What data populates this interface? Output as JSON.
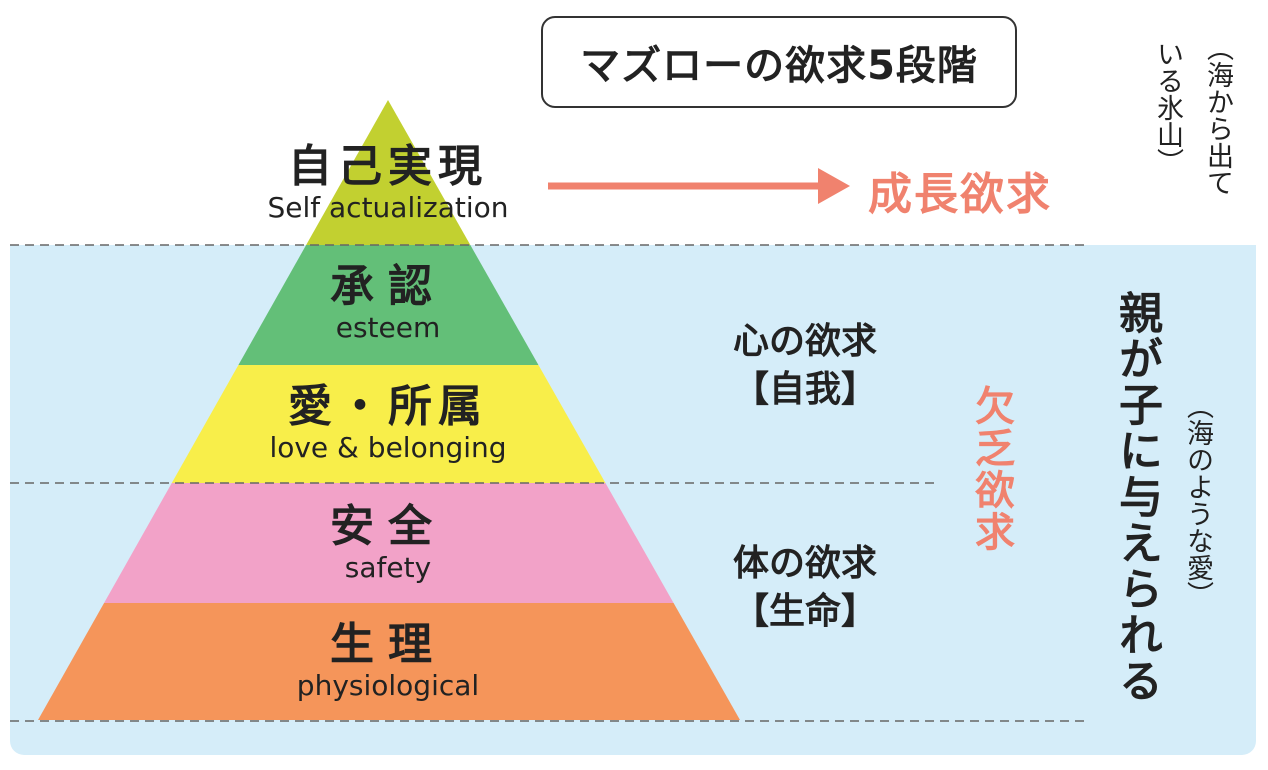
{
  "title": "マズローの欲求5段階",
  "levels": [
    {
      "jp": "自己実現",
      "en": "Self actualization",
      "color": "#c2d030"
    },
    {
      "jp": "承認",
      "en": "esteem",
      "color": "#63bf78"
    },
    {
      "jp": "愛・所属",
      "en": "love & belonging",
      "color": "#f8ee4a"
    },
    {
      "jp": "安全",
      "en": "safety",
      "color": "#f2a2c8"
    },
    {
      "jp": "生理",
      "en": "physiological",
      "color": "#f5955a"
    }
  ],
  "growth_label": "成長欲求",
  "deficiency_label": "欠乏欲求",
  "mind_needs": {
    "line1": "心の欲求",
    "line2": "【自我】"
  },
  "body_needs": {
    "line1": "体の欲求",
    "line2": "【生命】"
  },
  "iceberg_note": {
    "col1": "（海から出て",
    "col2": "いる氷山）"
  },
  "parent_love": "親が子に与えられる",
  "sea_note": "（海のような愛）",
  "colors": {
    "accent": "#f0826e",
    "sea": "#d5edf9"
  }
}
